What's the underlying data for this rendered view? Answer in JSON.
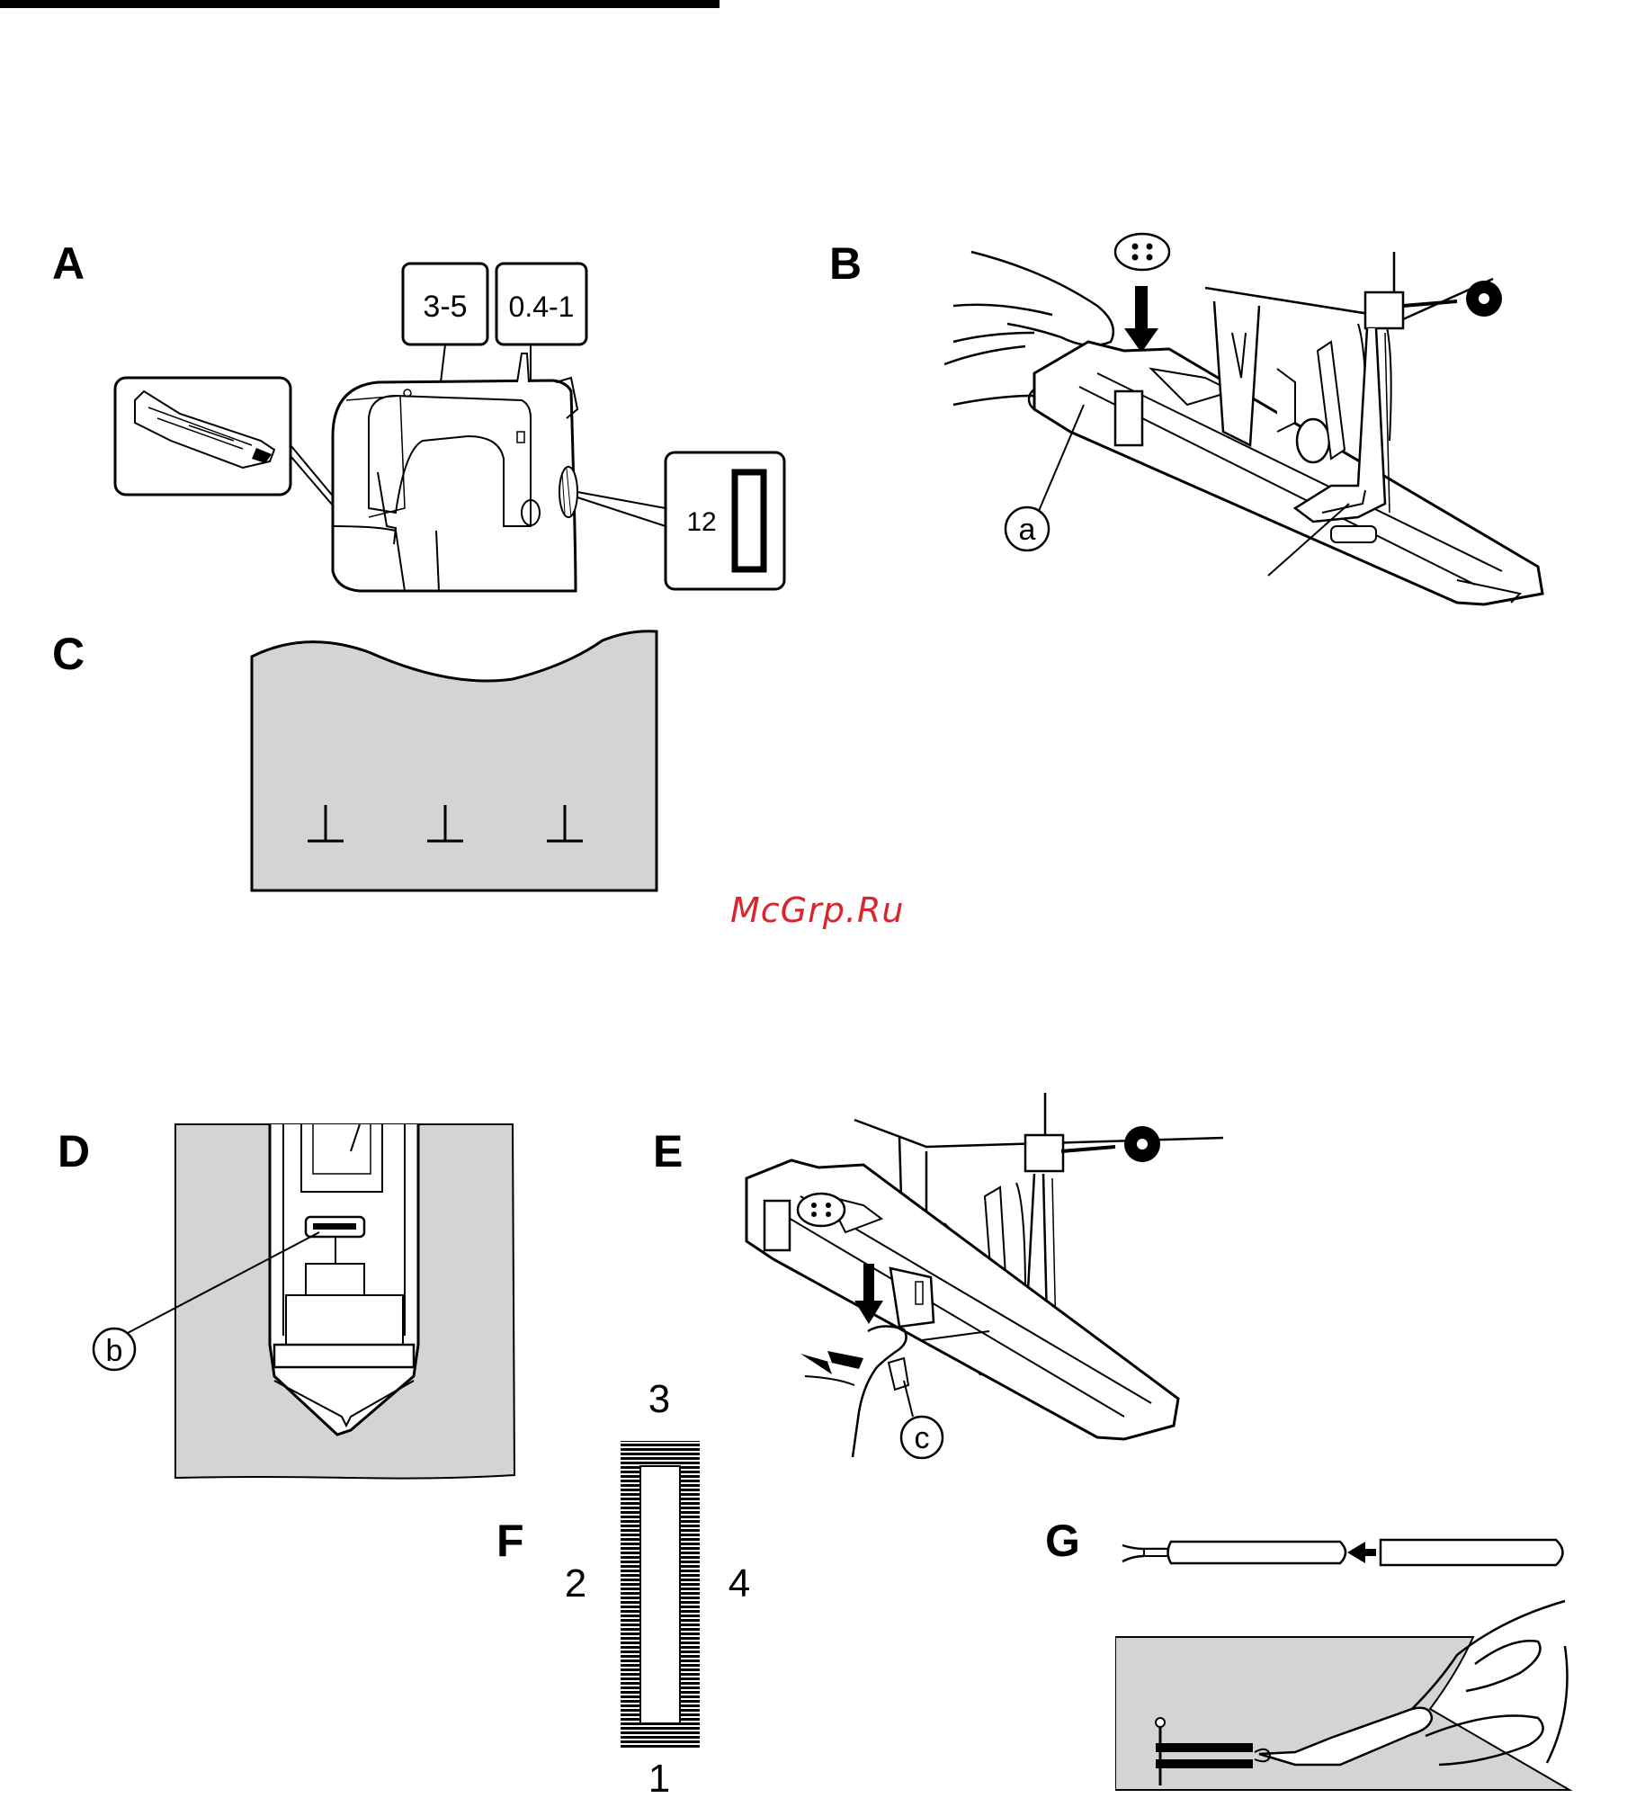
{
  "panels": {
    "A": {
      "letter": "A",
      "callout_left": "3-5",
      "callout_right": "0.4-1",
      "pattern_number": "12"
    },
    "B": {
      "letter": "B",
      "marker": "a"
    },
    "C": {
      "letter": "C"
    },
    "D": {
      "letter": "D",
      "marker": "b"
    },
    "E": {
      "letter": "E",
      "marker": "c"
    },
    "F": {
      "letter": "F",
      "step_top": "3",
      "step_left": "2",
      "step_right": "4",
      "step_bottom": "1"
    },
    "G": {
      "letter": "G"
    }
  },
  "watermark": "McGrp.Ru",
  "colors": {
    "fabric": "#d4d4d4",
    "line": "#000000",
    "watermark": "#d9252d"
  }
}
